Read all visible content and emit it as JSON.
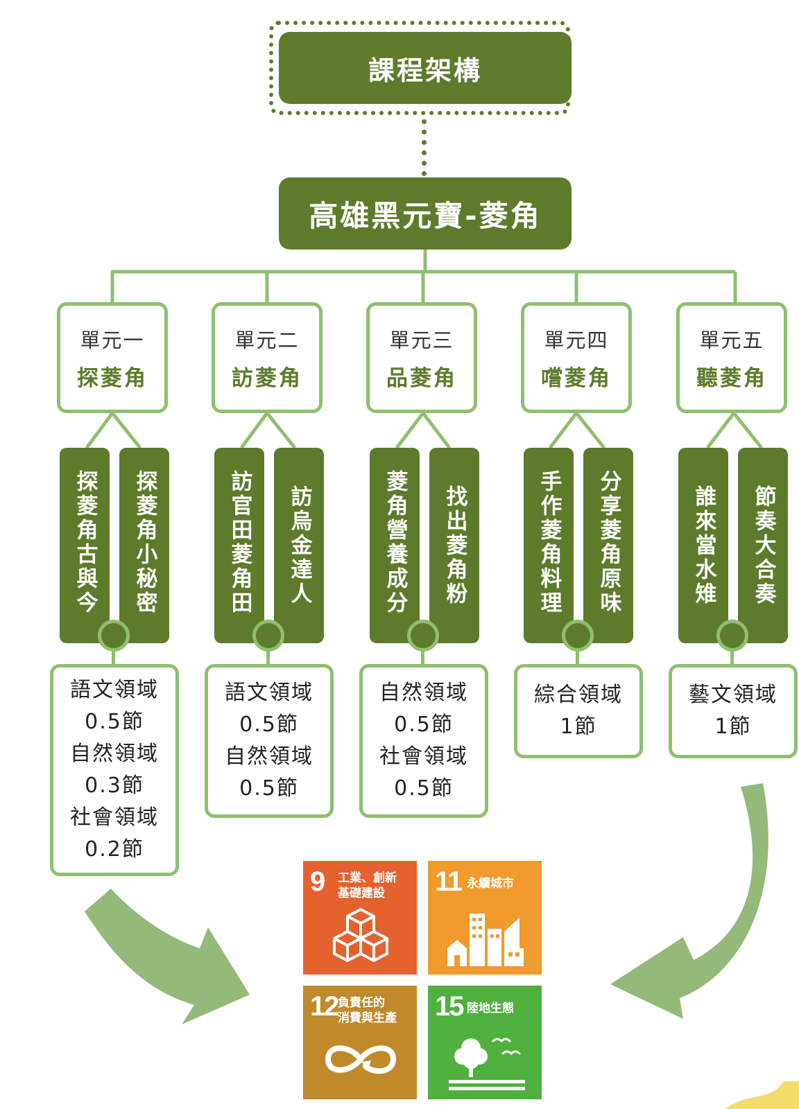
{
  "header": {
    "title": "課程架構"
  },
  "main": {
    "title": "高雄黑元寶-菱角"
  },
  "units": [
    {
      "label": "單元一",
      "name": "探菱角",
      "activities": [
        "探菱角古與今",
        "探菱角小秘密"
      ],
      "domains": [
        "語文領域",
        "0.5節",
        "自然領域",
        "0.3節",
        "社會領域",
        "0.2節"
      ]
    },
    {
      "label": "單元二",
      "name": "訪菱角",
      "activities": [
        "訪官田菱角田",
        "訪烏金達人"
      ],
      "domains": [
        "語文領域",
        "0.5節",
        "自然領域",
        "0.5節"
      ]
    },
    {
      "label": "單元三",
      "name": "品菱角",
      "activities": [
        "菱角營養成分",
        "找出菱角粉"
      ],
      "domains": [
        "自然領域",
        "0.5節",
        "社會領域",
        "0.5節"
      ]
    },
    {
      "label": "單元四",
      "name": "嚐菱角",
      "activities": [
        "手作菱角料理",
        "分享菱角原味"
      ],
      "domains": [
        "綜合領域",
        "1節"
      ]
    },
    {
      "label": "單元五",
      "name": "聽菱角",
      "activities": [
        "誰來當水雉",
        "節奏大合奏"
      ],
      "domains": [
        "藝文領域",
        "1節"
      ]
    }
  ],
  "sdgs": [
    {
      "number": "9",
      "title_lines": [
        "工業、創新",
        "基礎建設"
      ],
      "color": "#e5612e",
      "icon": "cubes-icon"
    },
    {
      "number": "11",
      "title_lines": [
        "永續城市"
      ],
      "color": "#f19a2e",
      "icon": "city-icon"
    },
    {
      "number": "12",
      "title_lines": [
        "負責任的",
        "消費與生產"
      ],
      "color": "#c08a2b",
      "icon": "infinity-icon"
    },
    {
      "number": "15",
      "title_lines": [
        "陸地生態"
      ],
      "color": "#4fb03e",
      "icon": "tree-birds-icon"
    }
  ],
  "colors": {
    "dark_green": "#5e7a2b",
    "light_green": "#8fbf6f",
    "arrow_green": "#93ba78"
  }
}
